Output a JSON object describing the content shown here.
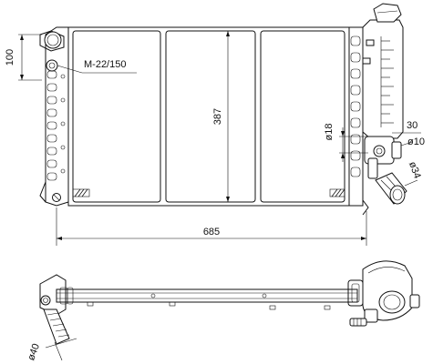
{
  "dimensions": {
    "height_left": "100",
    "thread": "M-22/150",
    "core_height": "387",
    "width": "685",
    "dia18": "ø18",
    "dim30": "30",
    "dia10": "ø10",
    "dia34": "ø34",
    "dia40": "ø40"
  },
  "colors": {
    "line": "#111111",
    "background": "#ffffff"
  }
}
